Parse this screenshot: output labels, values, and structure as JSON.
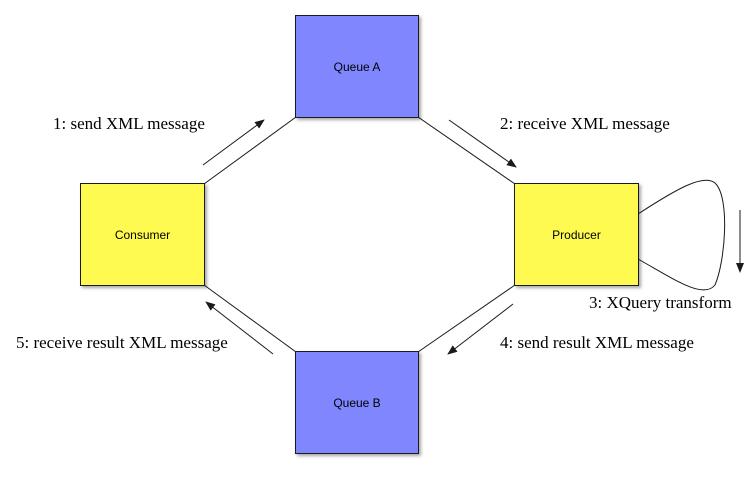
{
  "nodes": {
    "queue_a": "Queue A",
    "queue_b": "Queue B",
    "consumer": "Consumer",
    "producer": "Producer"
  },
  "steps": {
    "step1": "1: send XML message",
    "step2": "2: receive XML message",
    "step3": "3: XQuery transform",
    "step4": "4: send result XML message",
    "step5": "5: receive result XML message"
  },
  "colors": {
    "queue_fill": "#7f86fe",
    "actor_fill": "#fefa4f",
    "line": "#1a1a1a"
  }
}
